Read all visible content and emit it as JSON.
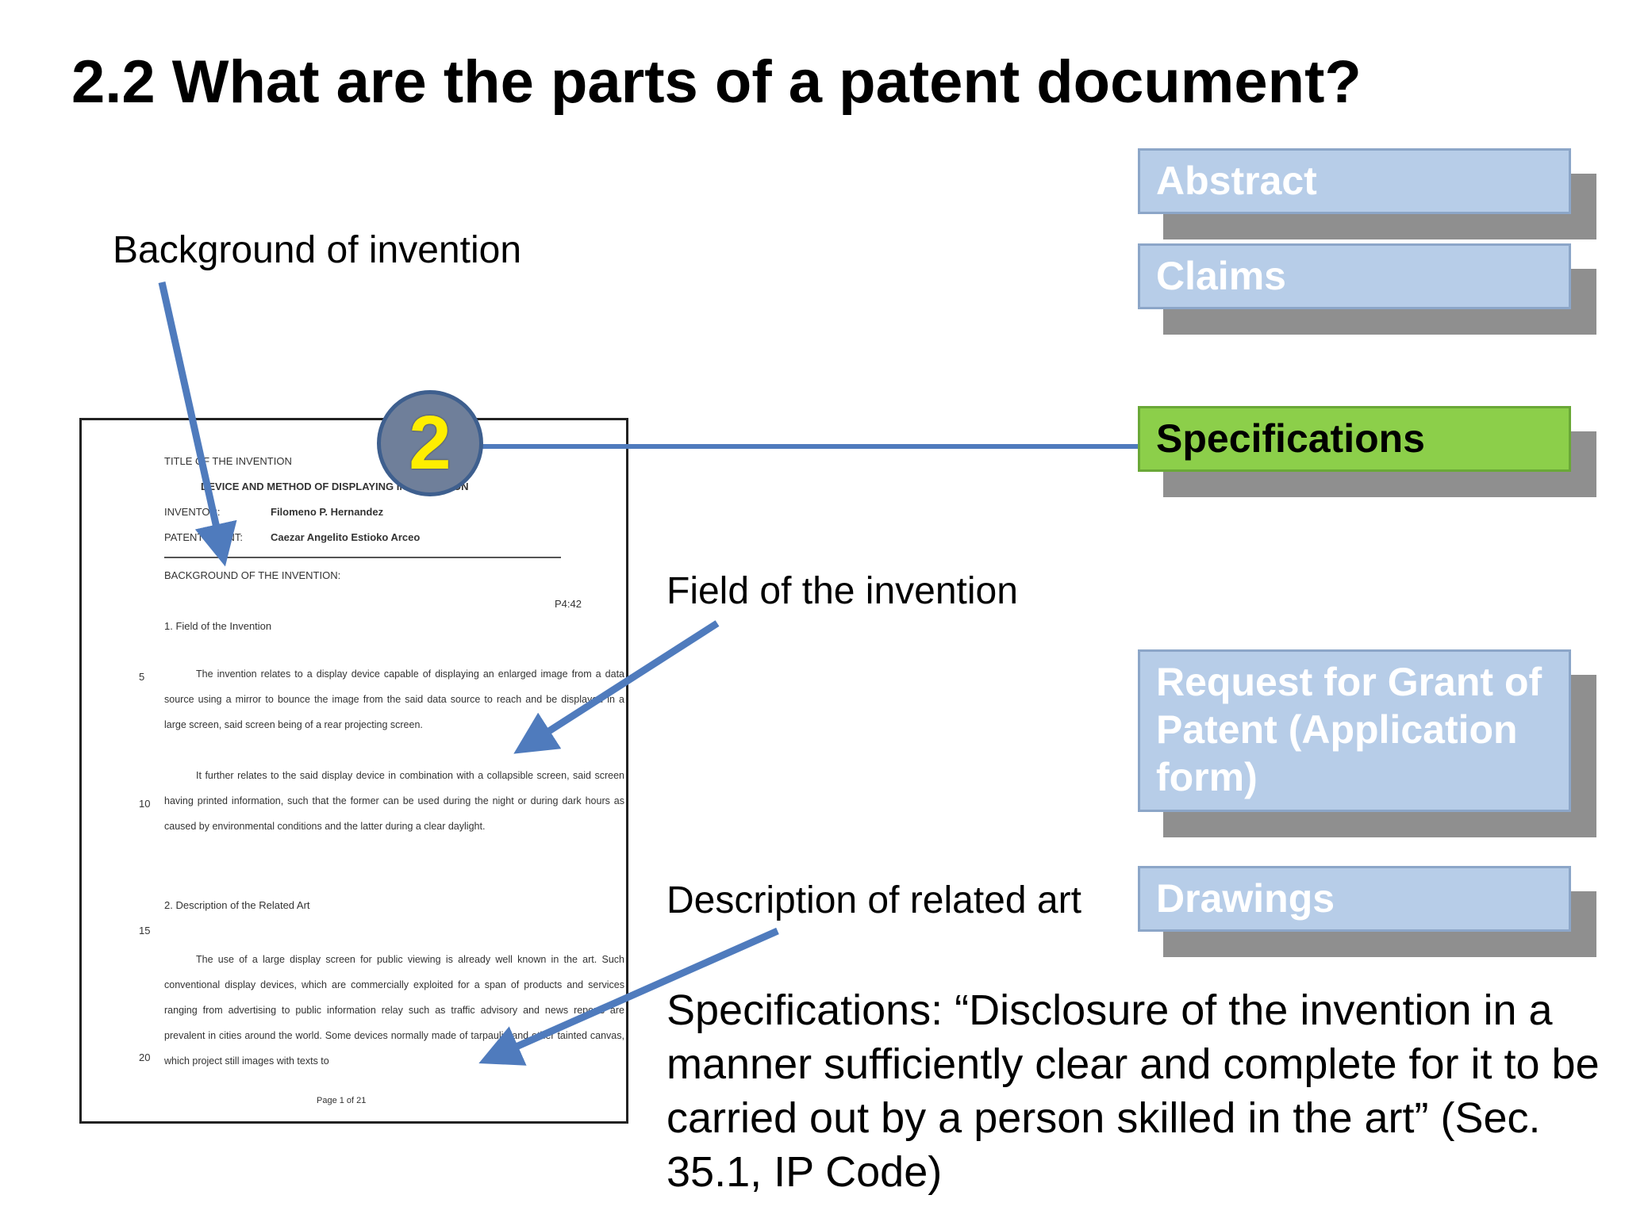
{
  "title": "2.2 What are the parts of a patent document?",
  "labels": {
    "background": "Background of invention",
    "field": "Field of the invention",
    "description": "Description of related art"
  },
  "boxes": {
    "abstract": "Abstract",
    "claims": "Claims",
    "specifications": "Specifications",
    "request": "Request for Grant of Patent (Application form)",
    "drawings": "Drawings"
  },
  "badge": "2",
  "quote": "Specifications: “Disclosure of the invention in a manner sufficiently clear and complete for it to be carried out by a person skilled in the art” (Sec. 35.1, IP Code)",
  "document": {
    "title_label": "TITLE OF THE INVENTION",
    "title_value": "DEVICE AND METHOD OF DISPLAYING INFORMATION",
    "inventor_label": "INVENTOR:",
    "inventor_value": "Filomeno P. Hernandez",
    "agent_label": "PATENT AGENT:",
    "agent_value": "Caezar Angelito Estioko Arceo",
    "stamp": "P4:42",
    "background_heading": "BACKGROUND OF THE INVENTION:",
    "field_heading": "1. Field of the Invention",
    "para1": "The invention relates to a display device capable of displaying an enlarged image from a data source using a mirror to bounce the image from the said data source to reach and be displayed in a large screen, said screen being of a rear projecting screen.",
    "para2": "It further relates to the said display device in combination with a collapsible screen, said screen having printed information, such that the former can be used during the night or during dark hours as caused by environmental conditions and the latter during a clear daylight.",
    "related_heading": "2. Description of the Related Art",
    "para3": "The use of a large display screen for public viewing is already well known in the art. Such conventional display devices, which are commercially exploited for a span of products and services ranging from advertising to public information relay such as traffic advisory and news reports are prevalent in cities around the world. Some devices normally made of tarpaulin and other tainted canvas, which project still images with texts to",
    "line_numbers": [
      "5",
      "10",
      "15",
      "20"
    ],
    "footer": "Page 1 of 21"
  },
  "colors": {
    "arrow": "#4f7bbd",
    "box_fill": "#b7cde8",
    "active_fill": "#8ccf4a",
    "badge_text": "#ffee00"
  }
}
